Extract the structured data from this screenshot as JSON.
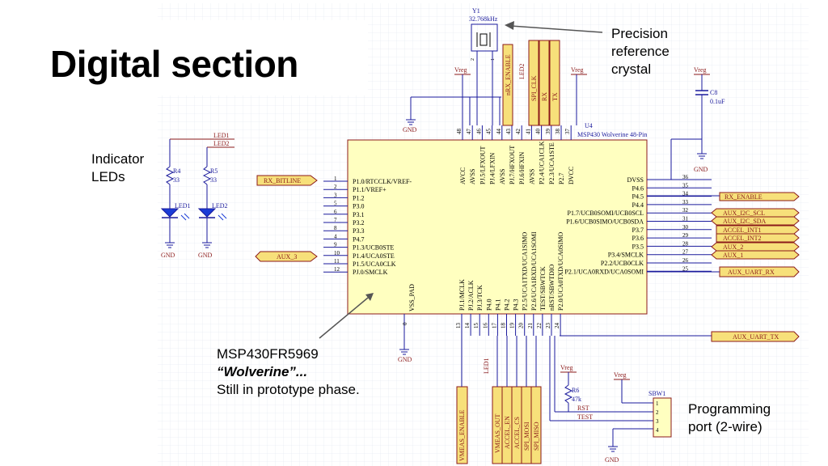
{
  "slide": {
    "title": "Digital section",
    "callouts": {
      "crystal": [
        "Precision",
        "reference",
        "crystal"
      ],
      "leds": [
        "Indicator",
        "LEDs"
      ],
      "mcu": [
        "MSP430FR5969",
        "“Wolverine”...",
        "Still in prototype phase."
      ],
      "programming": [
        "Programming",
        "port (2-wire)"
      ]
    }
  },
  "schematic": {
    "u4": {
      "ref": "U4",
      "name": "MSP430 Wolverine 48-Pin"
    },
    "y1": {
      "ref": "Y1",
      "value": "32.768kHz",
      "pin2": "2",
      "pin1": "1"
    },
    "c8": {
      "ref": "C8",
      "value": "0.1uF"
    },
    "r4": {
      "ref": "R4",
      "value": "33"
    },
    "r5": {
      "ref": "R5",
      "value": "33"
    },
    "r6": {
      "ref": "R6",
      "value": "47k"
    },
    "led1": "LED1",
    "led2": "LED2",
    "sbw1": "SBW1",
    "vreg": "Vreg",
    "gnd": "GND",
    "vss_pad": "VSS_PAD",
    "pad_pin": "0",
    "left_pins": [
      {
        "num": "1",
        "name": "P1.0/RTCCLK/VREF-"
      },
      {
        "num": "2",
        "name": "P1.1/VREF+"
      },
      {
        "num": "3",
        "name": "P1.2"
      },
      {
        "num": "5",
        "name": "P3.0"
      },
      {
        "num": "6",
        "name": "P3.1"
      },
      {
        "num": "7",
        "name": "P3.2"
      },
      {
        "num": "8",
        "name": "P3.3"
      },
      {
        "num": "4",
        "name": "P4.7"
      },
      {
        "num": "9",
        "name": "P1.3/UCB0STE"
      },
      {
        "num": "10",
        "name": "P1.4/UCA0STE"
      },
      {
        "num": "11",
        "name": "P1.5/UCA0CLK"
      },
      {
        "num": "12",
        "name": "PJ.0/SMCLK"
      }
    ],
    "right_pins": [
      {
        "num": "36",
        "name": "DVSS"
      },
      {
        "num": "35",
        "name": "P4.6"
      },
      {
        "num": "34",
        "name": "P4.5"
      },
      {
        "num": "33",
        "name": "P4.4"
      },
      {
        "num": "32",
        "name": "P1.7/UCB0SOMI/UCB0SCL"
      },
      {
        "num": "31",
        "name": "P1.6/UCB0SIMO/UCB0SDA"
      },
      {
        "num": "30",
        "name": "P3.7"
      },
      {
        "num": "29",
        "name": "P3.6"
      },
      {
        "num": "28",
        "name": "P3.5"
      },
      {
        "num": "27",
        "name": "P3.4/SMCLK"
      },
      {
        "num": "26",
        "name": "P2.2/UCB0CLK"
      },
      {
        "num": "25",
        "name": "P2.1/UCA0RXD/UCA0SOMI"
      }
    ],
    "top_pins": [
      {
        "num": "48",
        "name": "AVCC"
      },
      {
        "num": "47",
        "name": "AVSS"
      },
      {
        "num": "46",
        "name": "PJ.5/LFXOUT"
      },
      {
        "num": "45",
        "name": "PJ.4/LFXIN"
      },
      {
        "num": "44",
        "name": "AVSS"
      },
      {
        "num": "43",
        "name": "PJ.7/HFXOUT"
      },
      {
        "num": "42",
        "name": "PJ.6/HFXIN"
      },
      {
        "num": "41",
        "name": "AVSS"
      },
      {
        "num": "40",
        "name": "P2.4/UCA1CLK"
      },
      {
        "num": "39",
        "name": "P2.3/UCA1STE"
      },
      {
        "num": "38",
        "name": "P2.7"
      },
      {
        "num": "37",
        "name": "DVCC"
      }
    ],
    "bottom_pins": [
      {
        "num": "13",
        "name": "PJ.1/MCLK"
      },
      {
        "num": "14",
        "name": "PJ.2/ACLK"
      },
      {
        "num": "15",
        "name": "PJ.3/TCK"
      },
      {
        "num": "16",
        "name": "P4.0"
      },
      {
        "num": "17",
        "name": "P4.1"
      },
      {
        "num": "18",
        "name": "P4.2"
      },
      {
        "num": "19",
        "name": "P4.3"
      },
      {
        "num": "20",
        "name": "P2.5/UCA1TXD/UCA1SIMO"
      },
      {
        "num": "21",
        "name": "P2.6/UCA1RXD/UCA1SOMI"
      },
      {
        "num": "22",
        "name": "TEST/SBWTCK"
      },
      {
        "num": "23",
        "name": "nRST/SBWTDIO"
      },
      {
        "num": "24",
        "name": "P2.0/UCA0TXD/UCA0SIMO"
      }
    ],
    "net_labels": {
      "rx_bitline": "RX_BITLINE",
      "aux3": "AUX_3",
      "rx_enable": "RX_ENABLE",
      "aux_i2c_scl": "AUX_I2C_SCL",
      "aux_i2c_sda": "AUX_I2C_SDA",
      "accel_int1": "ACCEL_INT1",
      "accel_int2": "ACCEL_INT2",
      "aux2": "AUX_2",
      "aux1": "AUX_1",
      "aux_uart_rx": "AUX_UART_RX",
      "aux_uart_tx": "AUX_UART_TX",
      "nrx_enable": "nRX_ENABLE",
      "led2_top": "LED2",
      "spi_clk": "SPI_CLK",
      "rx": "RX",
      "tx": "TX",
      "led1_net": "LED1",
      "led2_net": "LED2",
      "vmeas_enable": "VMEAS_ENABLE",
      "led1_bottom": "LED1",
      "vmeas_out": "VMEAS_OUT",
      "accel_en": "ACCEL_EN",
      "accel_cs": "ACCEL_CS",
      "spi_mosi": "SPI_MOSI",
      "spi_miso": "SPI_MISO",
      "rst": "RST",
      "test": "TEST"
    },
    "sbw_pins": [
      "1",
      "2",
      "3",
      "4"
    ]
  }
}
